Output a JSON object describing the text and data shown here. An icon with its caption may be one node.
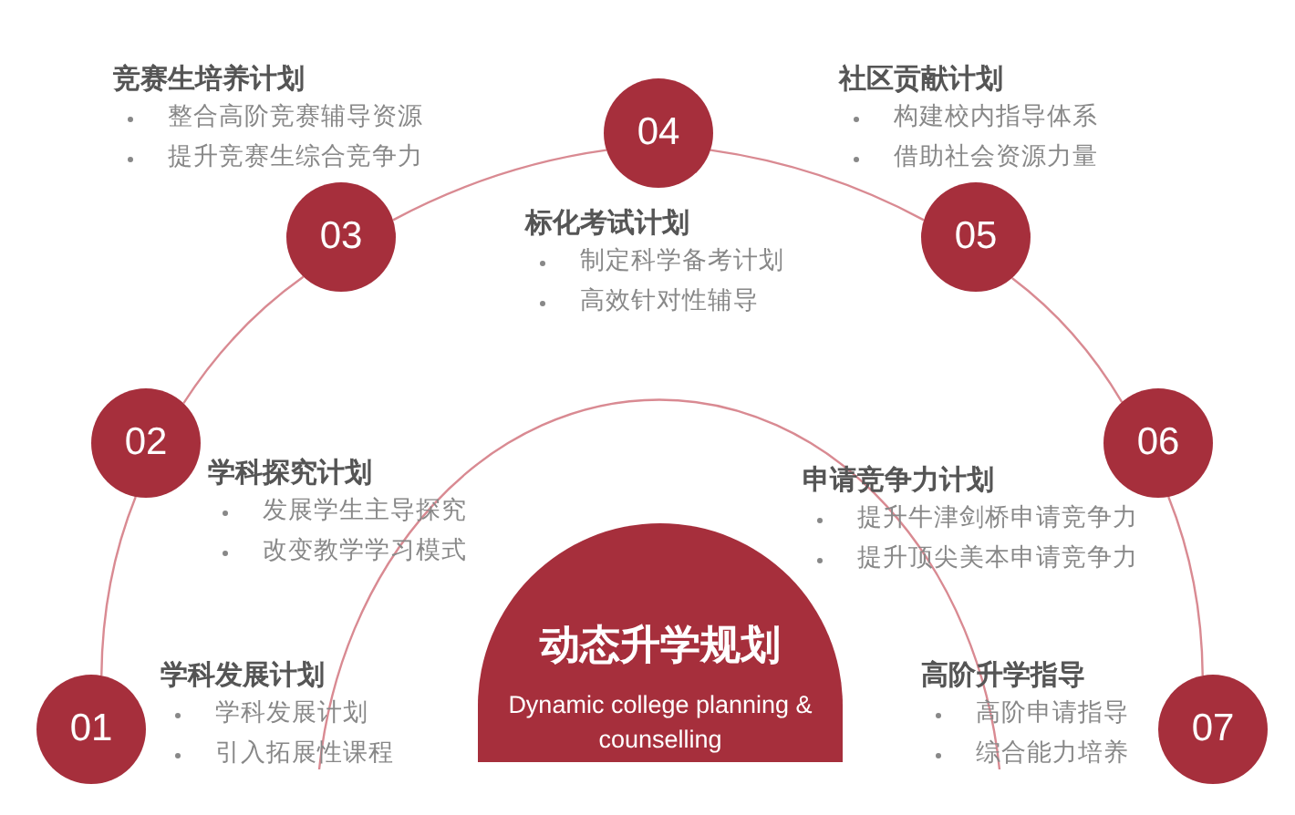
{
  "diagram": {
    "nodes": [
      {
        "text": [
          "01"
        ],
        "beside": [
          "学科发展计划",
          "学科发展计划",
          "引入拓展性课程"
        ]
      },
      {
        "text": [
          "02"
        ],
        "beside": [
          "学科探究计划",
          "发展学生主导探究",
          "改变教学学习模式"
        ]
      },
      {
        "text": [
          "03"
        ],
        "beside": [
          "竞赛生培养计划",
          "整合高阶竞赛辅导资源",
          "提升竞赛生综合竞争力"
        ]
      },
      {
        "text": [
          "04"
        ],
        "beside": [
          "标化考试计划",
          "制定科学备考计划",
          "高效针对性辅导"
        ]
      },
      {
        "text": [
          "05"
        ],
        "beside": [
          "社区贡献计划",
          "构建校内指导体系",
          "借助社会资源力量"
        ]
      },
      {
        "text": [
          "06"
        ],
        "beside": [
          "申请竞争力计划",
          "提升牛津剑桥申请竞争力",
          "提升顶尖美本申请竞争力"
        ]
      },
      {
        "text": [
          "07"
        ],
        "beside": [
          "高阶升学指导",
          "高阶申请指导",
          "综合能力培养"
        ]
      },
      {
        "text": [
          "动态升学规划",
          "Dynamic college planning & counselling"
        ]
      }
    ],
    "edges": [
      {
        "from": 0,
        "to": 1,
        "arrow": "none"
      },
      {
        "from": 1,
        "to": 2,
        "arrow": "none"
      },
      {
        "from": 2,
        "to": 3,
        "arrow": "none"
      },
      {
        "from": 3,
        "to": 4,
        "arrow": "none"
      },
      {
        "from": 4,
        "to": 5,
        "arrow": "none"
      },
      {
        "from": 5,
        "to": 6,
        "arrow": "none"
      }
    ]
  }
}
